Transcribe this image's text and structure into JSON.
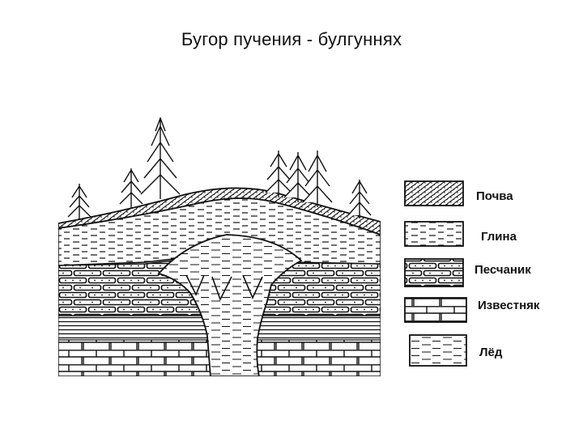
{
  "title": "Бугор пучения - булгуннях",
  "legend": [
    {
      "key": "soil",
      "label": "Почва"
    },
    {
      "key": "clay",
      "label": "Глина"
    },
    {
      "key": "sandstone",
      "label": "Песчаник"
    },
    {
      "key": "limestone",
      "label": "Известняк"
    },
    {
      "key": "ice",
      "label": "Лёд"
    }
  ],
  "colors": {
    "ink": "#111111",
    "paper": "#ffffff"
  }
}
